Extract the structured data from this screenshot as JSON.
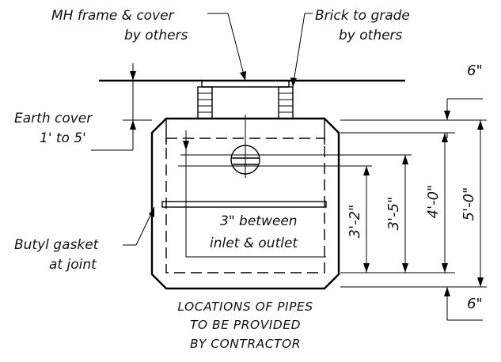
{
  "labels": {
    "mh_frame_line1": "MH frame & cover",
    "mh_frame_line2": "by others",
    "brick_line1": "Brick to grade",
    "brick_line2": "by others",
    "earth_line1": "Earth cover",
    "earth_line2": "1' to 5'",
    "butyl_line1": "Butyl gasket",
    "butyl_line2": "at joint",
    "between_line1": "3\" between",
    "between_line2": "inlet & outlet",
    "note_line1": "LOCATIONS OF PIPES",
    "note_line2": "TO BE PROVIDED",
    "note_line3": "BY CONTRACTOR"
  },
  "dimensions": {
    "top_offset": "6\"",
    "bottom_offset": "6\"",
    "inlet_depth": "3'-2\"",
    "outlet_depth": "3'-5\"",
    "inside_height": "4'-0\"",
    "outside_height": "5'-0\""
  }
}
